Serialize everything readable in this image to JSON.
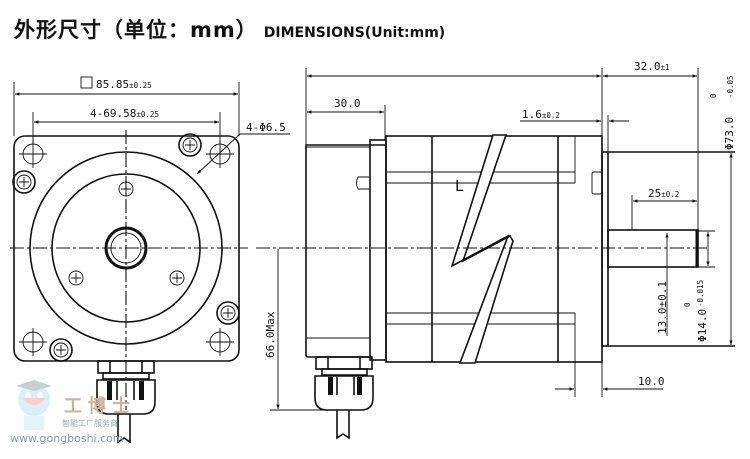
{
  "title": {
    "cn": "外形尺寸（单位：mm）",
    "en": "DIMENSIONS(Unit:mm)"
  },
  "front_view": {
    "flange_square": {
      "value": "85.85",
      "tol": "±0.25"
    },
    "hole_spacing": {
      "value": "4-69.58",
      "tol": "±0.25"
    },
    "mount_holes": "4-Φ6.5"
  },
  "side_view": {
    "back_cap": "30.0",
    "pilot_depth": {
      "value": "1.6",
      "tol": "±0.2"
    },
    "shaft_length": {
      "value": "32.0",
      "tol": "±1"
    },
    "pilot_diameter": {
      "value": "Φ73.0",
      "tol_upper": "0",
      "tol_lower": "-0.05"
    },
    "key_length": {
      "value": "25",
      "tol": "±0.2"
    },
    "flat_height": {
      "value": "13.0",
      "tol": "±0.1"
    },
    "shaft_diameter": {
      "value": "Φ14.0",
      "tol_upper": "0",
      "tol_lower": "-0.015"
    },
    "shaft_shoulder": "10.0",
    "gland_height": "66.0Max",
    "body_length_label": "L"
  },
  "watermark": {
    "brand": "工博士",
    "tagline": "智能工厂服务商",
    "url": "www.gongboshi.com"
  }
}
